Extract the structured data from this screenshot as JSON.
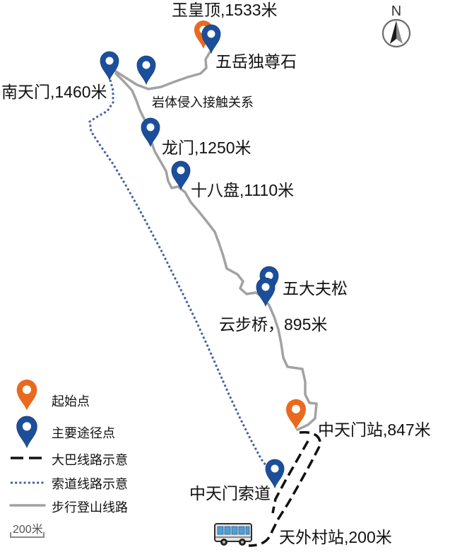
{
  "map_labels": {
    "yuhuangding": "玉皇顶,1533米",
    "wuyue_duzun_shi": "五岳独尊石",
    "nantianmen": "南天门,1460米",
    "rock_contact": "岩体侵入接触关系",
    "longmen": "龙门,1250米",
    "shibapan": "十八盘,1110米",
    "wudafu_song": "五大夫松",
    "yunbu_qiao": "云步桥，895米",
    "zhongtianmen_station": "中天门站,847米",
    "zhongtianmen_cableway": "中天门索道",
    "tianwaicun_station": "天外村站,200米"
  },
  "north_arrow": {
    "label": "N"
  },
  "legend": {
    "items": [
      {
        "label": "起始点"
      },
      {
        "label": "主要途径点"
      },
      {
        "label": "大巴线路示意"
      },
      {
        "label": "索道线路示意"
      },
      {
        "label": "步行登山线路"
      }
    ],
    "scale_label": "200米"
  },
  "icons": {
    "start_marker": "map-pin-icon",
    "waypoint_marker": "map-pin-icon",
    "bus": "bus-icon",
    "north": "compass-icon"
  },
  "colors": {
    "start_marker": "#e96a1e",
    "waypoint_marker": "#1c4f9b",
    "walking_route": "#a2a2a2",
    "cableway_route": "#45619f",
    "bus_route": "#111111",
    "background": "#ffffff"
  }
}
